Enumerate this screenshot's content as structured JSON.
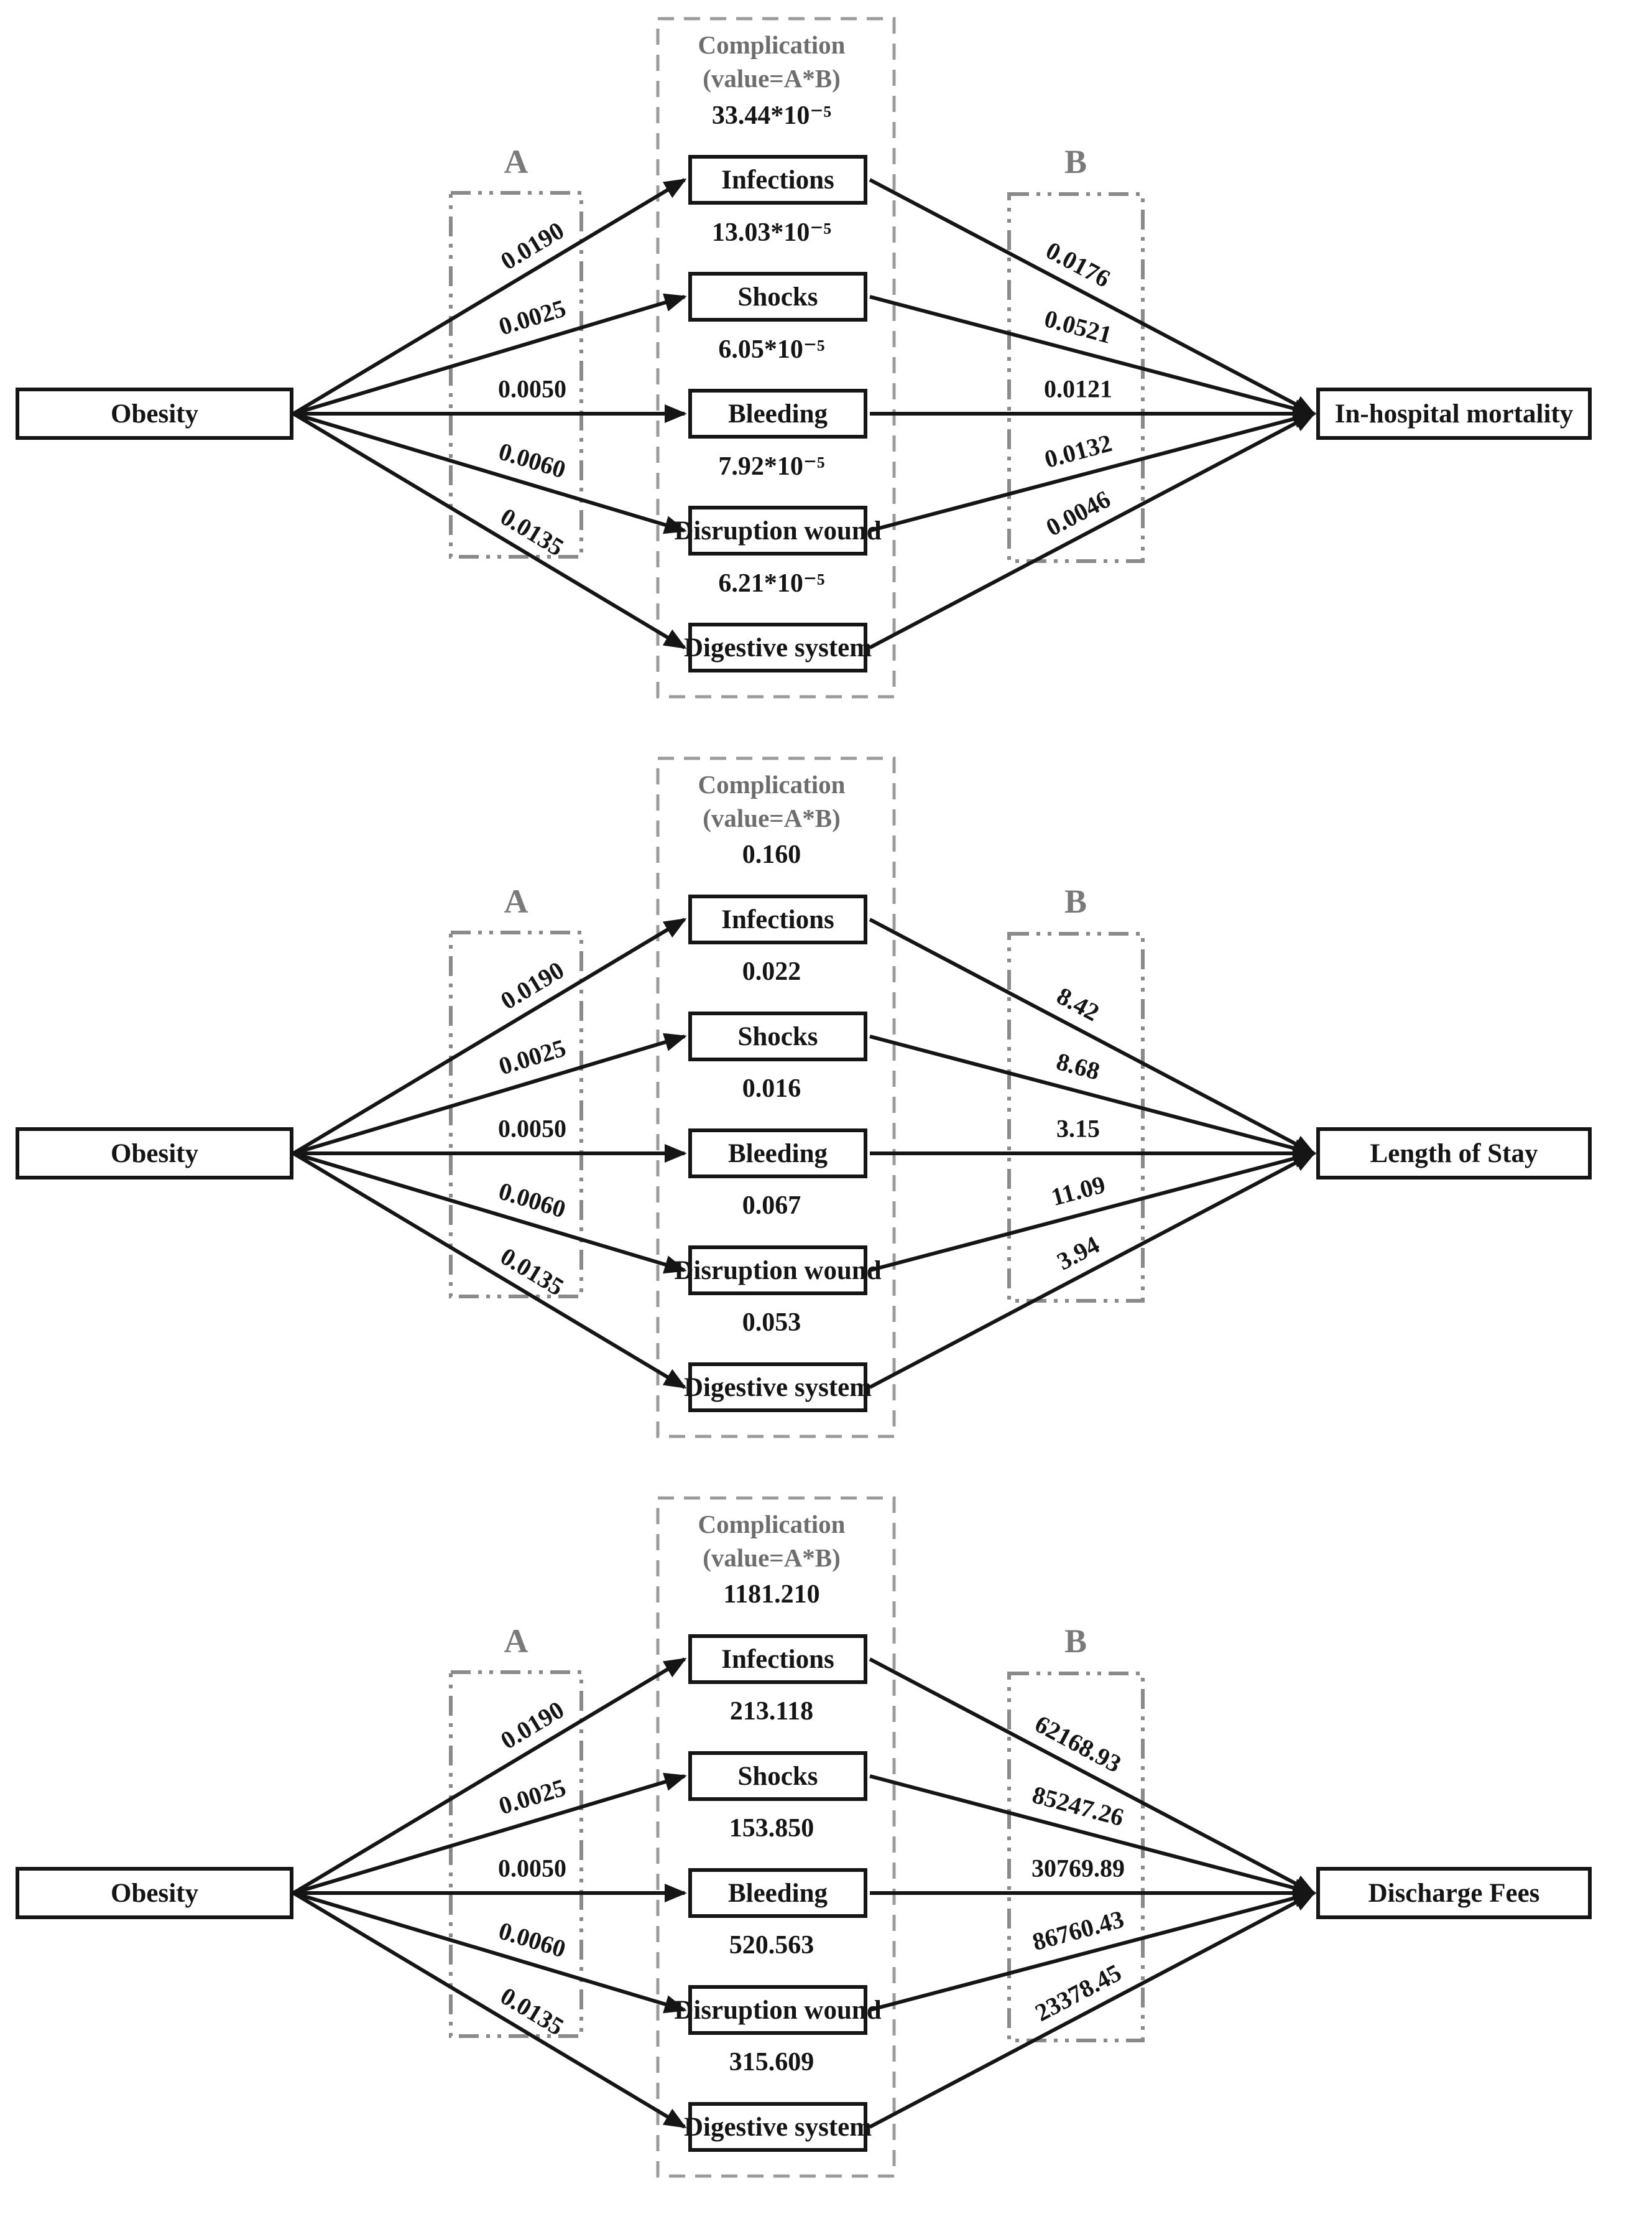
{
  "page": {
    "background": "#ffffff"
  },
  "colors": {
    "ink": "#151515",
    "letter_gray": "#7a7a7a",
    "title_gray": "#6e6e6e",
    "dashed_gray": "#9b9b9b",
    "dashdot_gray": "#8a8a8a"
  },
  "labels": {
    "a_box": "A",
    "b_box": "B",
    "complication_title": "Complication",
    "complication_subtitle": "(value=A*B)"
  },
  "source_label": "Obesity",
  "mediators": [
    "Infections",
    "Shocks",
    "Bleeding",
    "Disruption wound",
    "Digestive system"
  ],
  "a_values": [
    "0.0190",
    "0.0025",
    "0.0050",
    "0.0060",
    "0.0135"
  ],
  "diagrams": [
    {
      "outcome": "In-hospital mortality",
      "complication_values": [
        "33.44*10⁻⁵",
        "13.03*10⁻⁵",
        "6.05*10⁻⁵",
        "7.92*10⁻⁵",
        "6.21*10⁻⁵"
      ],
      "b_values": [
        "0.0176",
        "0.0521",
        "0.0121",
        "0.0132",
        "0.0046"
      ]
    },
    {
      "outcome": "Length of Stay",
      "complication_values": [
        "0.160",
        "0.022",
        "0.016",
        "0.067",
        "0.053"
      ],
      "b_values": [
        "8.42",
        "8.68",
        "3.15",
        "11.09",
        "3.94"
      ]
    },
    {
      "outcome": "Discharge Fees",
      "complication_values": [
        "1181.210",
        "213.118",
        "153.850",
        "520.563",
        "315.609"
      ],
      "b_values": [
        "62168.93",
        "85247.26",
        "30769.89",
        "86760.43",
        "23378.45"
      ]
    }
  ]
}
